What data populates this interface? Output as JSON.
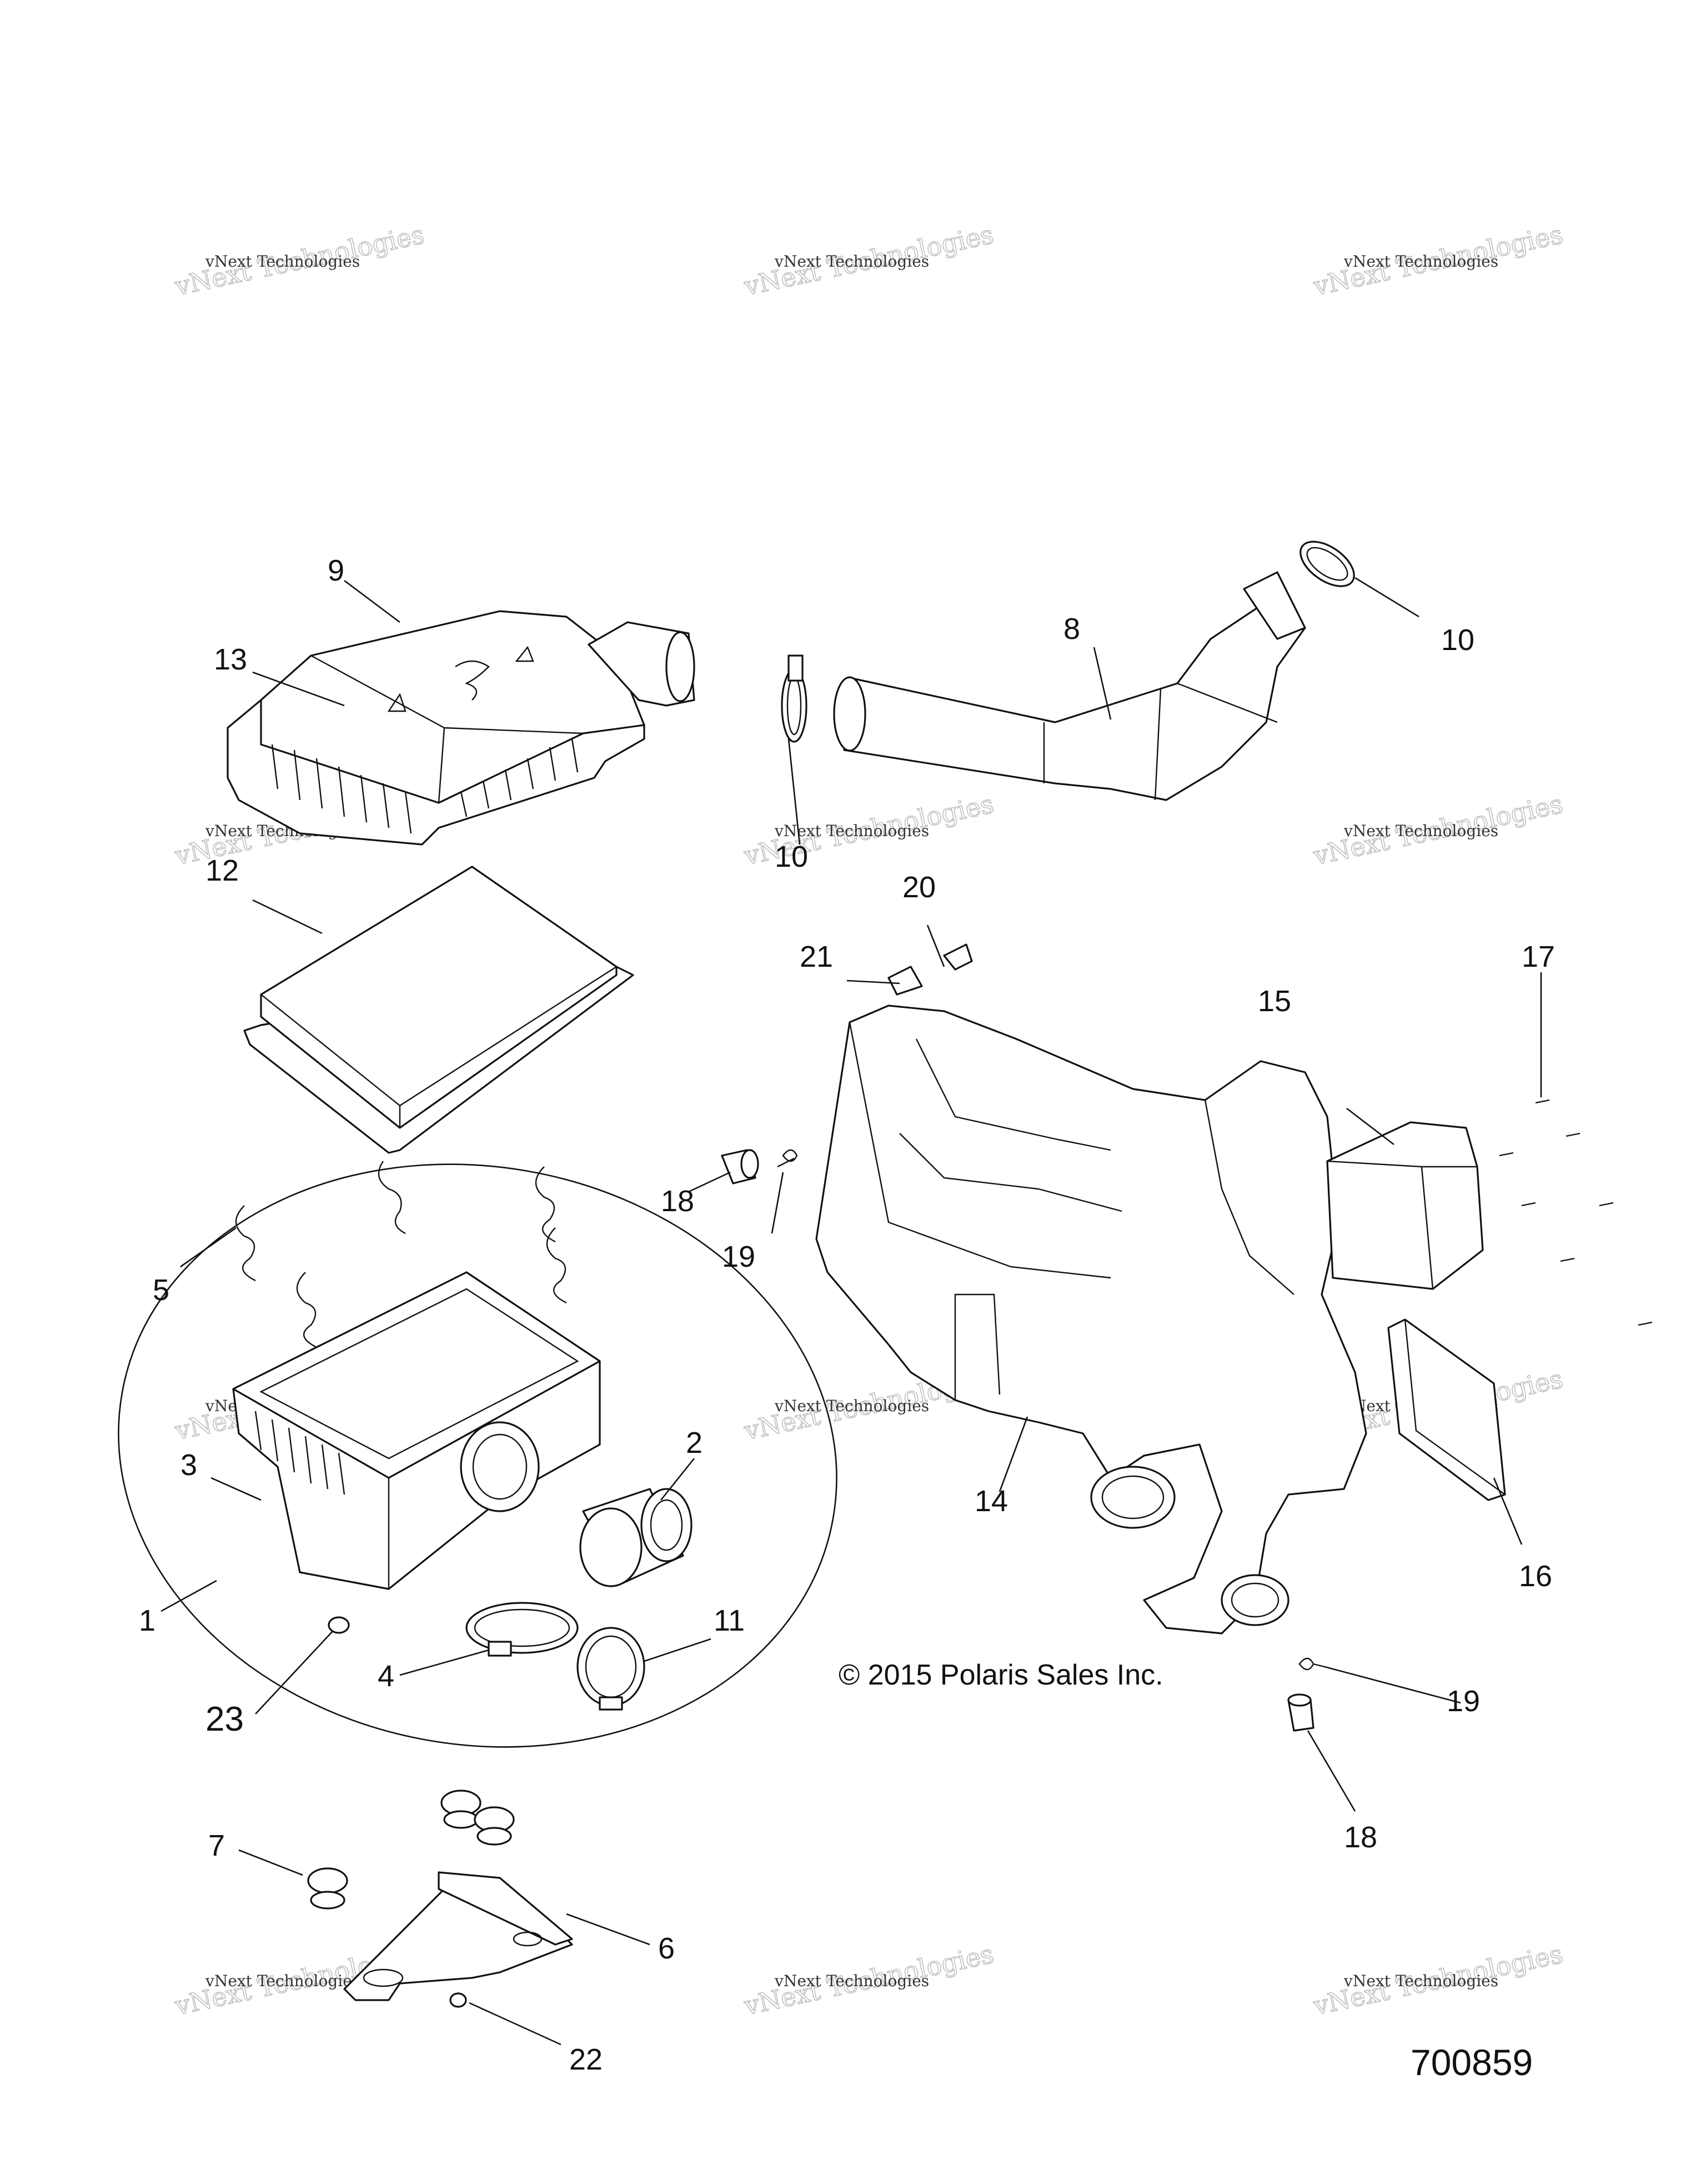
{
  "diagram": {
    "callouts": [
      {
        "id": "c9",
        "text": "9"
      },
      {
        "id": "c13",
        "text": "13"
      },
      {
        "id": "c8",
        "text": "8"
      },
      {
        "id": "c10a",
        "text": "10"
      },
      {
        "id": "c10b",
        "text": "10"
      },
      {
        "id": "c12",
        "text": "12"
      },
      {
        "id": "c20",
        "text": "20"
      },
      {
        "id": "c21",
        "text": "21"
      },
      {
        "id": "c17",
        "text": "17"
      },
      {
        "id": "c15",
        "text": "15"
      },
      {
        "id": "c18a",
        "text": "18"
      },
      {
        "id": "c19a",
        "text": "19"
      },
      {
        "id": "c5",
        "text": "5"
      },
      {
        "id": "c2",
        "text": "2"
      },
      {
        "id": "c3",
        "text": "3"
      },
      {
        "id": "c14",
        "text": "14"
      },
      {
        "id": "c16",
        "text": "16"
      },
      {
        "id": "c1",
        "text": "1"
      },
      {
        "id": "c11",
        "text": "11"
      },
      {
        "id": "c4",
        "text": "4"
      },
      {
        "id": "c23",
        "text": "23"
      },
      {
        "id": "c19b",
        "text": "19"
      },
      {
        "id": "c18b",
        "text": "18"
      },
      {
        "id": "c7",
        "text": "7"
      },
      {
        "id": "c6",
        "text": "6"
      },
      {
        "id": "c22",
        "text": "22"
      }
    ],
    "copyright": "© 2015 Polaris Sales Inc.",
    "figure_number": "700859"
  },
  "watermark": {
    "line1": "vNext Technologies",
    "line2": "vNext Technologies"
  }
}
